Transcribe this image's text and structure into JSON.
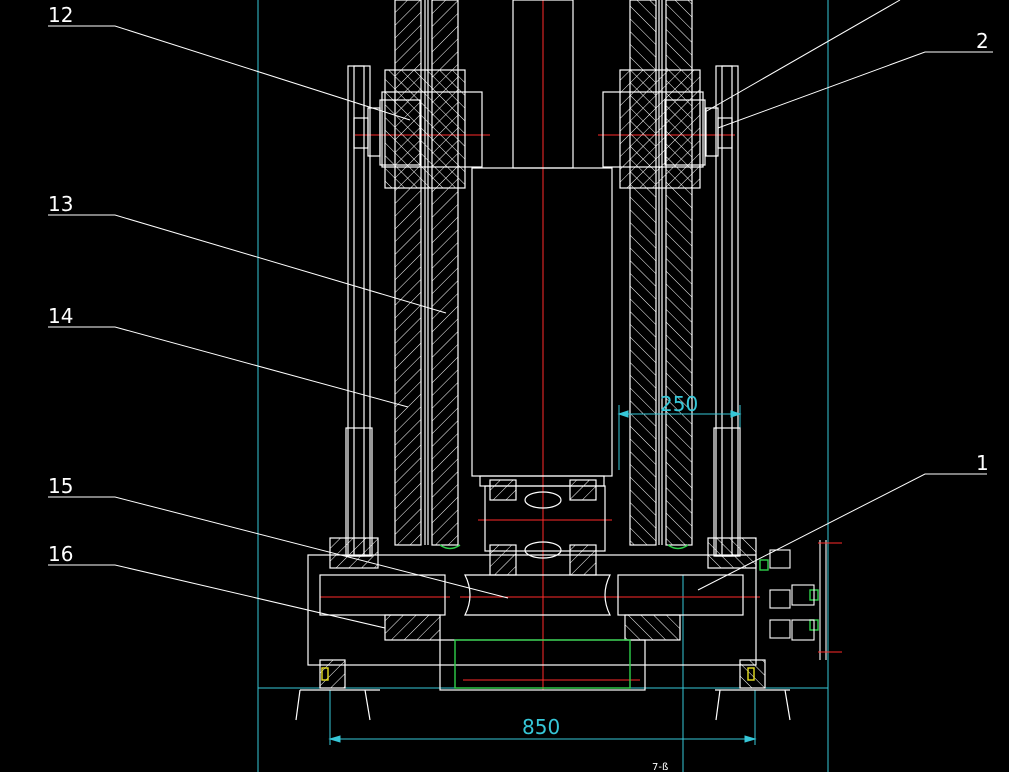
{
  "drawing": {
    "callouts": [
      {
        "id": "c12",
        "label": "12"
      },
      {
        "id": "c2",
        "label": "2"
      },
      {
        "id": "c13",
        "label": "13"
      },
      {
        "id": "c14",
        "label": "14"
      },
      {
        "id": "c1",
        "label": "1"
      },
      {
        "id": "c15",
        "label": "15"
      },
      {
        "id": "c16",
        "label": "16"
      }
    ],
    "dimensions": {
      "top_width": "250",
      "bottom_width": "850",
      "bottom_edge_note": "7-ß"
    },
    "colors": {
      "background": "#000000",
      "outline": "#ffffff",
      "centerline": "#ff2a2a",
      "dimension": "#36c7d8",
      "green": "#2fd04a",
      "yellow": "#e8e020"
    }
  }
}
